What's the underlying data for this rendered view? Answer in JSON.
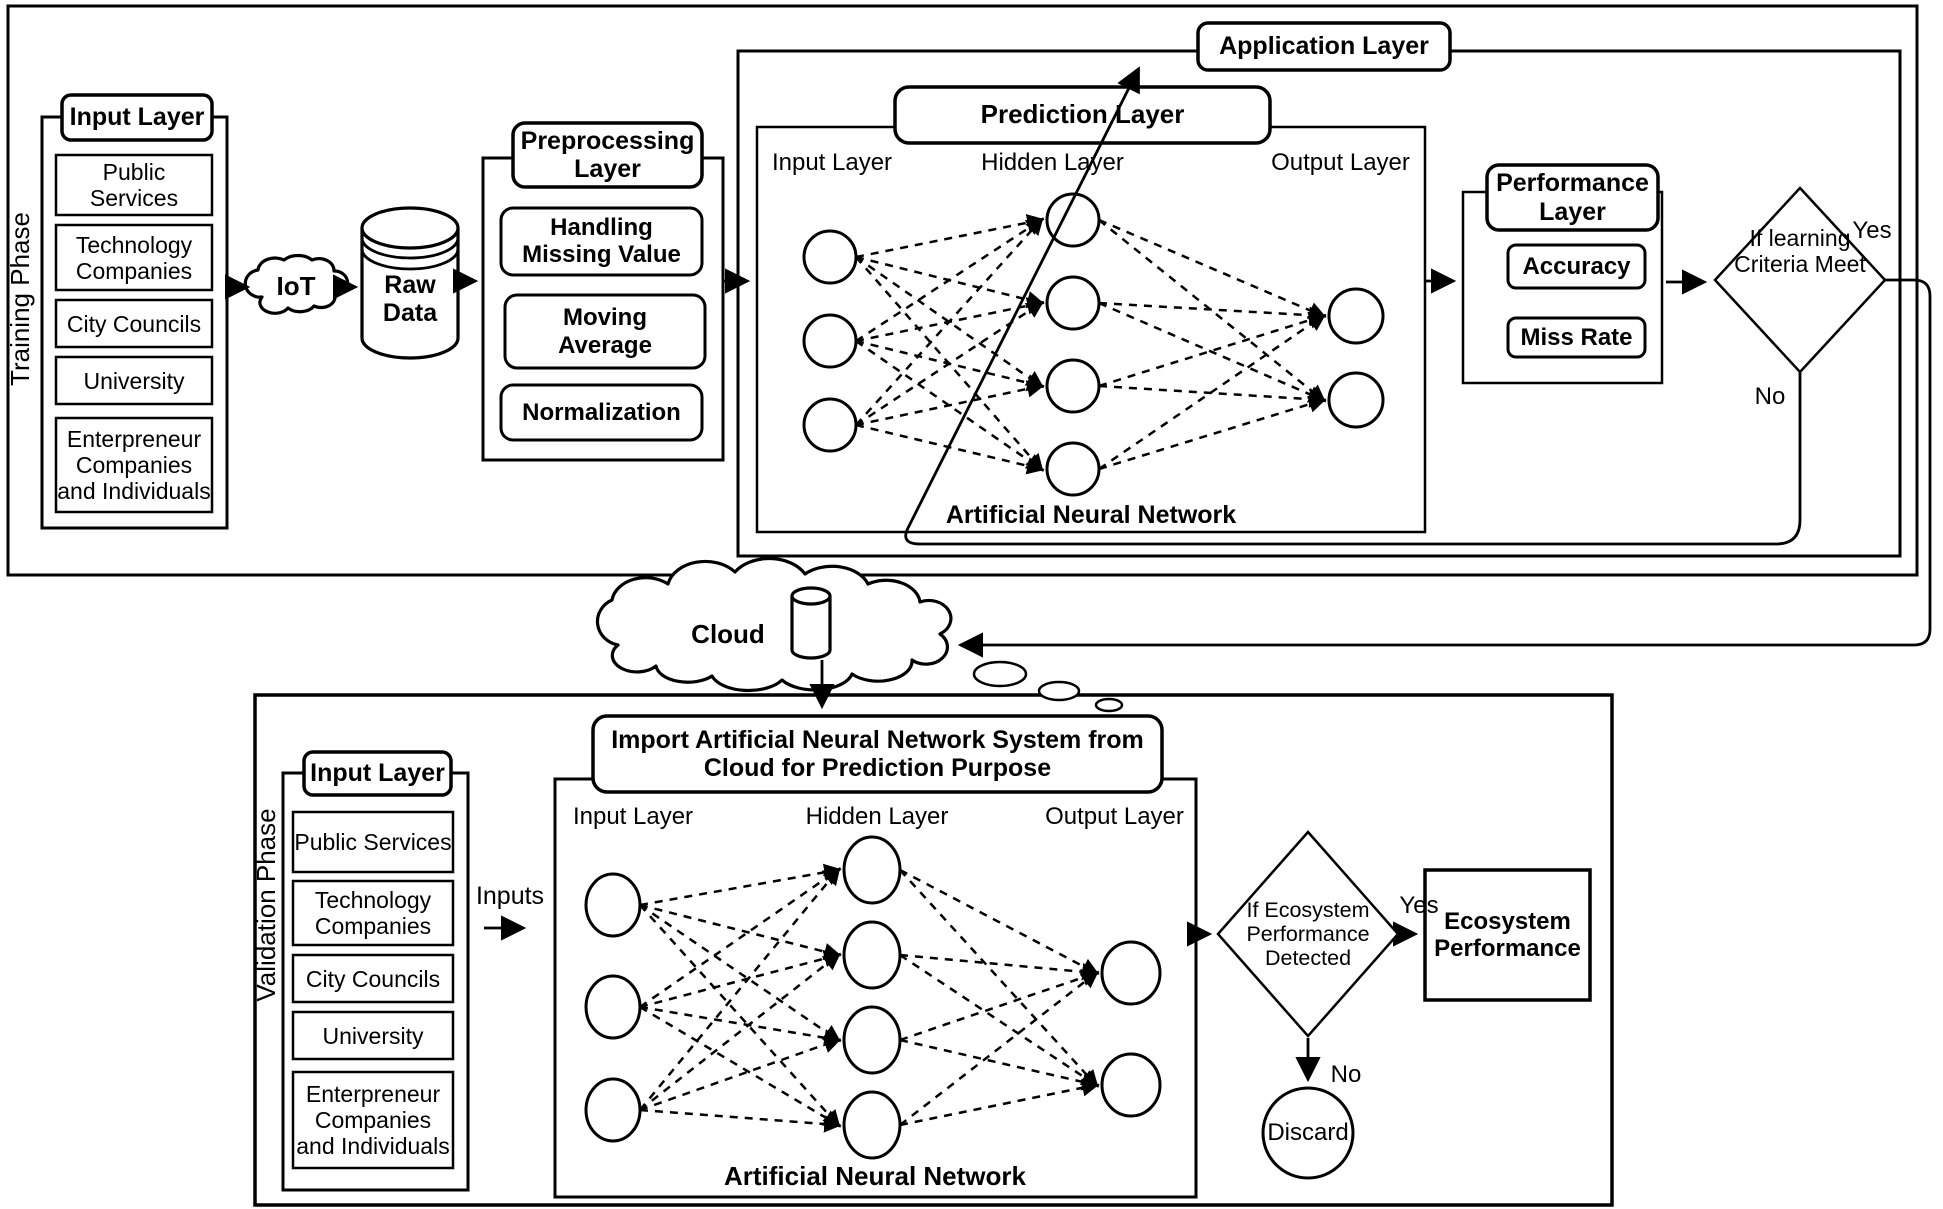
{
  "diagram": {
    "colors": {
      "ink": "#000000",
      "paper": "#ffffff"
    },
    "training": {
      "phase_label": "Training Phase",
      "input_layer": {
        "title": "Input Layer",
        "items": [
          "Public Services",
          "Technology Companies",
          "City Councils",
          "University",
          "Enterpreneur Companies and Individuals"
        ]
      },
      "iot_label": "IoT",
      "raw_data_label": "Raw Data",
      "preprocessing": {
        "title": "Preprocessing Layer",
        "steps": [
          "Handling Missing Value",
          "Moving Average",
          "Normalization"
        ]
      },
      "application_layer_title": "Application Layer",
      "prediction_layer_title": "Prediction Layer",
      "ann": {
        "input_label": "Input Layer",
        "hidden_label": "Hidden Layer",
        "output_label": "Output Layer",
        "caption": "Artificial Neural Network"
      },
      "performance": {
        "title": "Performance Layer",
        "metrics": [
          "Accuracy",
          "Miss Rate"
        ]
      },
      "decision": {
        "text": "If learning Criteria Meet",
        "yes": "Yes",
        "no": "No"
      }
    },
    "cloud": {
      "label": "Cloud"
    },
    "validation": {
      "phase_label": "Validation Phase",
      "input_layer": {
        "title": "Input Layer",
        "items": [
          "Public Services",
          "Technology Companies",
          "City Councils",
          "University",
          "Enterpreneur Companies and Individuals"
        ]
      },
      "inputs_label": "Inputs",
      "import_label": "Import Artificial Neural Network System from Cloud for Prediction Purpose",
      "ann": {
        "input_label": "Input Layer",
        "hidden_label": "Hidden Layer",
        "output_label": "Output Layer",
        "caption": "Artificial Neural Network"
      },
      "decision": {
        "text": "If Ecosystem Performance Detected",
        "yes": "Yes",
        "no": "No"
      },
      "ecosystem_performance_label": "Ecosystem Performance",
      "discard_label": "Discard"
    }
  }
}
